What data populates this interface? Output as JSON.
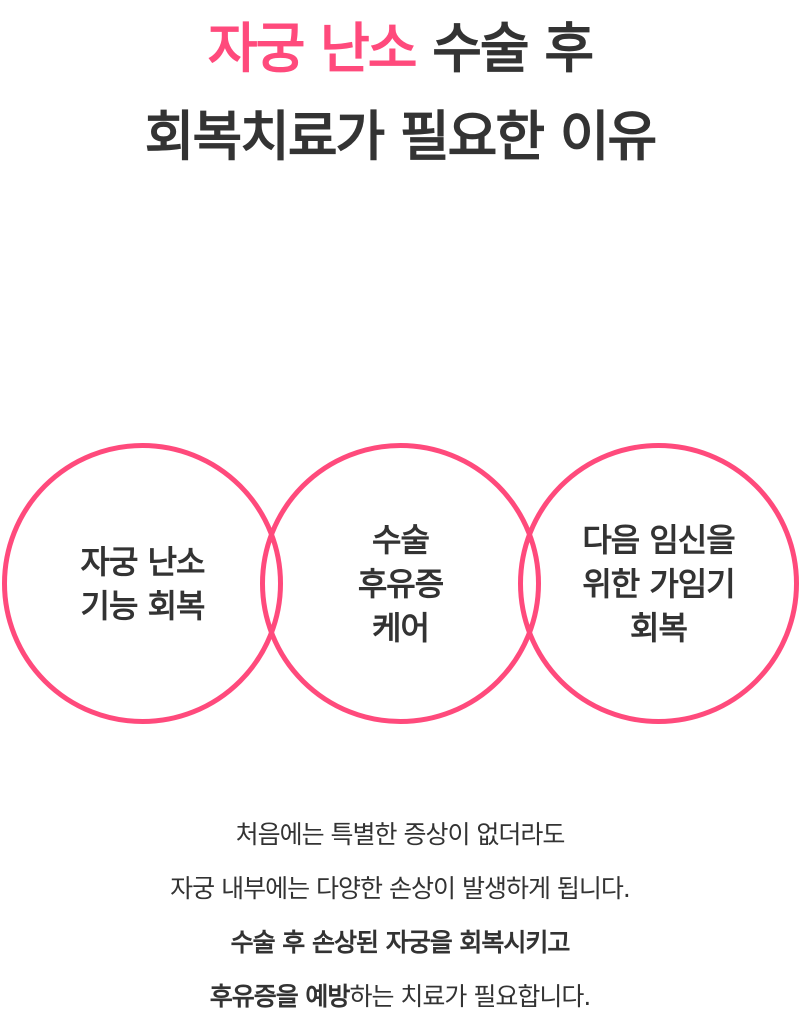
{
  "colors": {
    "accent": "#ff4a7c",
    "text": "#333333"
  },
  "heading": {
    "line1_highlight": "자궁 난소",
    "line1_rest": " 수술 후",
    "line2": "회복치료가 필요한 이유"
  },
  "circles": [
    {
      "label": "자궁 난소\n기능 회복"
    },
    {
      "label": "수술\n후유증\n케어"
    },
    {
      "label": "다음 임신을\n위한 가임기\n회복"
    }
  ],
  "description": {
    "line1": "처음에는 특별한 증상이 없더라도",
    "line2": "자궁 내부에는 다양한 손상이 발생하게 됩니다.",
    "line3_bold": "수술 후 손상된 자궁을 회복시키고",
    "line4_bold": "후유증을 예방",
    "line4_rest": "하는 치료가 필요합니다."
  }
}
